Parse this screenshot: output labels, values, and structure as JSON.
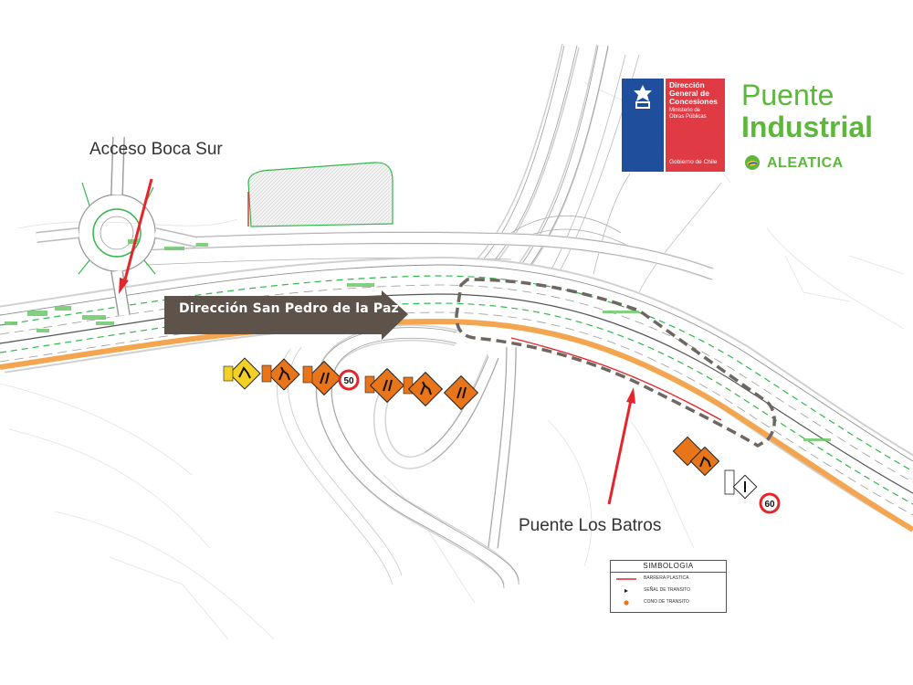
{
  "labels": {
    "acceso_boca_sur": "Acceso Boca Sur",
    "puente_los_batros": "Puente Los Batros",
    "direction_arrow": "Dirección  San Pedro de la Paz"
  },
  "logo": {
    "flag_line1": "Dirección",
    "flag_line2": "General de",
    "flag_line3": "Concesiones",
    "flag_ministry1": "Ministerio de",
    "flag_ministry2": "Obras Públicas",
    "flag_gov": "Gobierno de Chile",
    "brand_line1": "Puente",
    "brand_line2": "Industrial",
    "brand_company": "ALEATICA"
  },
  "legend": {
    "title": "SIMBOLOGIA",
    "items": [
      {
        "label": "BARRERA PLASTICA"
      },
      {
        "label": "SEÑAL DE TRANSITO"
      },
      {
        "label": "CONO DE TRANSITO"
      }
    ]
  },
  "signs": {
    "speed_limit_1": "50",
    "speed_limit_2": "60"
  },
  "colors": {
    "road_orange": "#f3a64f",
    "lane_green": "#2fb84a",
    "arrow_brown": "#5e534b",
    "marker_red": "#e4262b",
    "dashed_area": "#6e6660",
    "sign_orange": "#e8751a",
    "sign_yellow": "#f2d024",
    "flag_blue": "#1f4e9c",
    "flag_red": "#e03a45",
    "brand_green": "#5cb83a"
  }
}
